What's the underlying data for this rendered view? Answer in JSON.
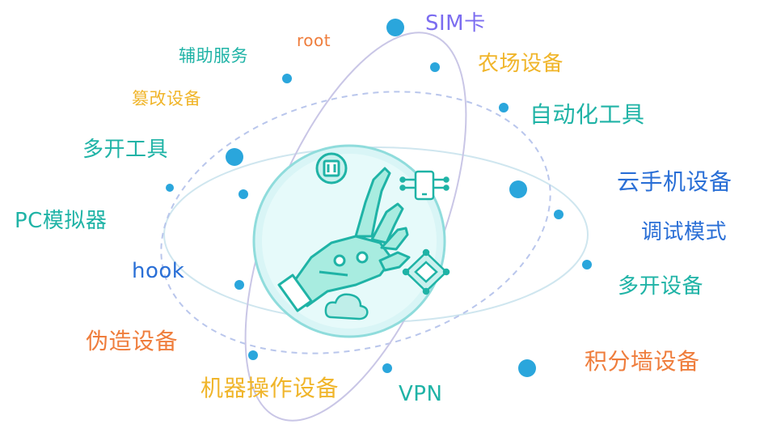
{
  "colors": {
    "teal": "#1fb3a6",
    "blue": "#2a6fd6",
    "purple": "#7b6cf0",
    "orange": "#ef7d3c",
    "yellow": "#f0b52a",
    "dot": "#2aa6dc",
    "orbit_solid": "#cfe6ef",
    "orbit_dashed": "#b9c6ec",
    "orbit_lilac": "#c9c6e6",
    "globe_fill": "#d9f5f6",
    "globe_stroke": "#8fdcdc",
    "icon": "#1fb3a6"
  },
  "center": {
    "icons": [
      "chip-icon",
      "robot-hand-icon",
      "phone-circuit-icon",
      "network-node-icon",
      "cloud-icon"
    ]
  },
  "labels": [
    {
      "id": "sim-card",
      "text": "SIM卡",
      "color": "purple"
    },
    {
      "id": "root",
      "text": "root",
      "color": "orange"
    },
    {
      "id": "assist-service",
      "text": "辅助服务",
      "color": "teal"
    },
    {
      "id": "farm-device",
      "text": "农场设备",
      "color": "yellow"
    },
    {
      "id": "tamper-device",
      "text": "篡改设备",
      "color": "yellow"
    },
    {
      "id": "automation-tool",
      "text": "自动化工具",
      "color": "teal"
    },
    {
      "id": "multi-open-tool",
      "text": "多开工具",
      "color": "teal"
    },
    {
      "id": "cloud-phone-device",
      "text": "云手机设备",
      "color": "blue"
    },
    {
      "id": "pc-emulator",
      "text": "PC模拟器",
      "color": "teal"
    },
    {
      "id": "debug-mode",
      "text": "调试模式",
      "color": "blue"
    },
    {
      "id": "hook",
      "text": "hook",
      "color": "blue"
    },
    {
      "id": "multi-open-device",
      "text": "多开设备",
      "color": "teal"
    },
    {
      "id": "fake-device",
      "text": "伪造设备",
      "color": "orange"
    },
    {
      "id": "offerwall-device",
      "text": "积分墙设备",
      "color": "orange"
    },
    {
      "id": "machine-operated-device",
      "text": "机器操作设备",
      "color": "yellow"
    },
    {
      "id": "vpn",
      "text": "VPN",
      "color": "teal"
    }
  ]
}
